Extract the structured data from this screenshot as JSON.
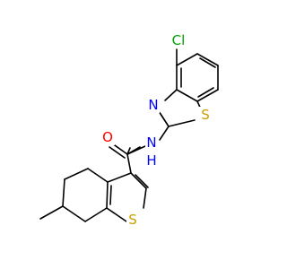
{
  "molecule": {
    "atoms": {
      "cl": {
        "label": "Cl",
        "color": "#00a000"
      },
      "n_thiazole": {
        "label": "N",
        "color": "#0000ff"
      },
      "s_thiazole": {
        "label": "S",
        "color": "#c8a000"
      },
      "o_carbonyl": {
        "label": "O",
        "color": "#ff0000"
      },
      "n_amide": {
        "label": "N",
        "color": "#0000ff"
      },
      "h_amide": {
        "label": "H",
        "color": "#0000ff"
      },
      "s_thiophene": {
        "label": "S",
        "color": "#c8a000"
      }
    }
  }
}
